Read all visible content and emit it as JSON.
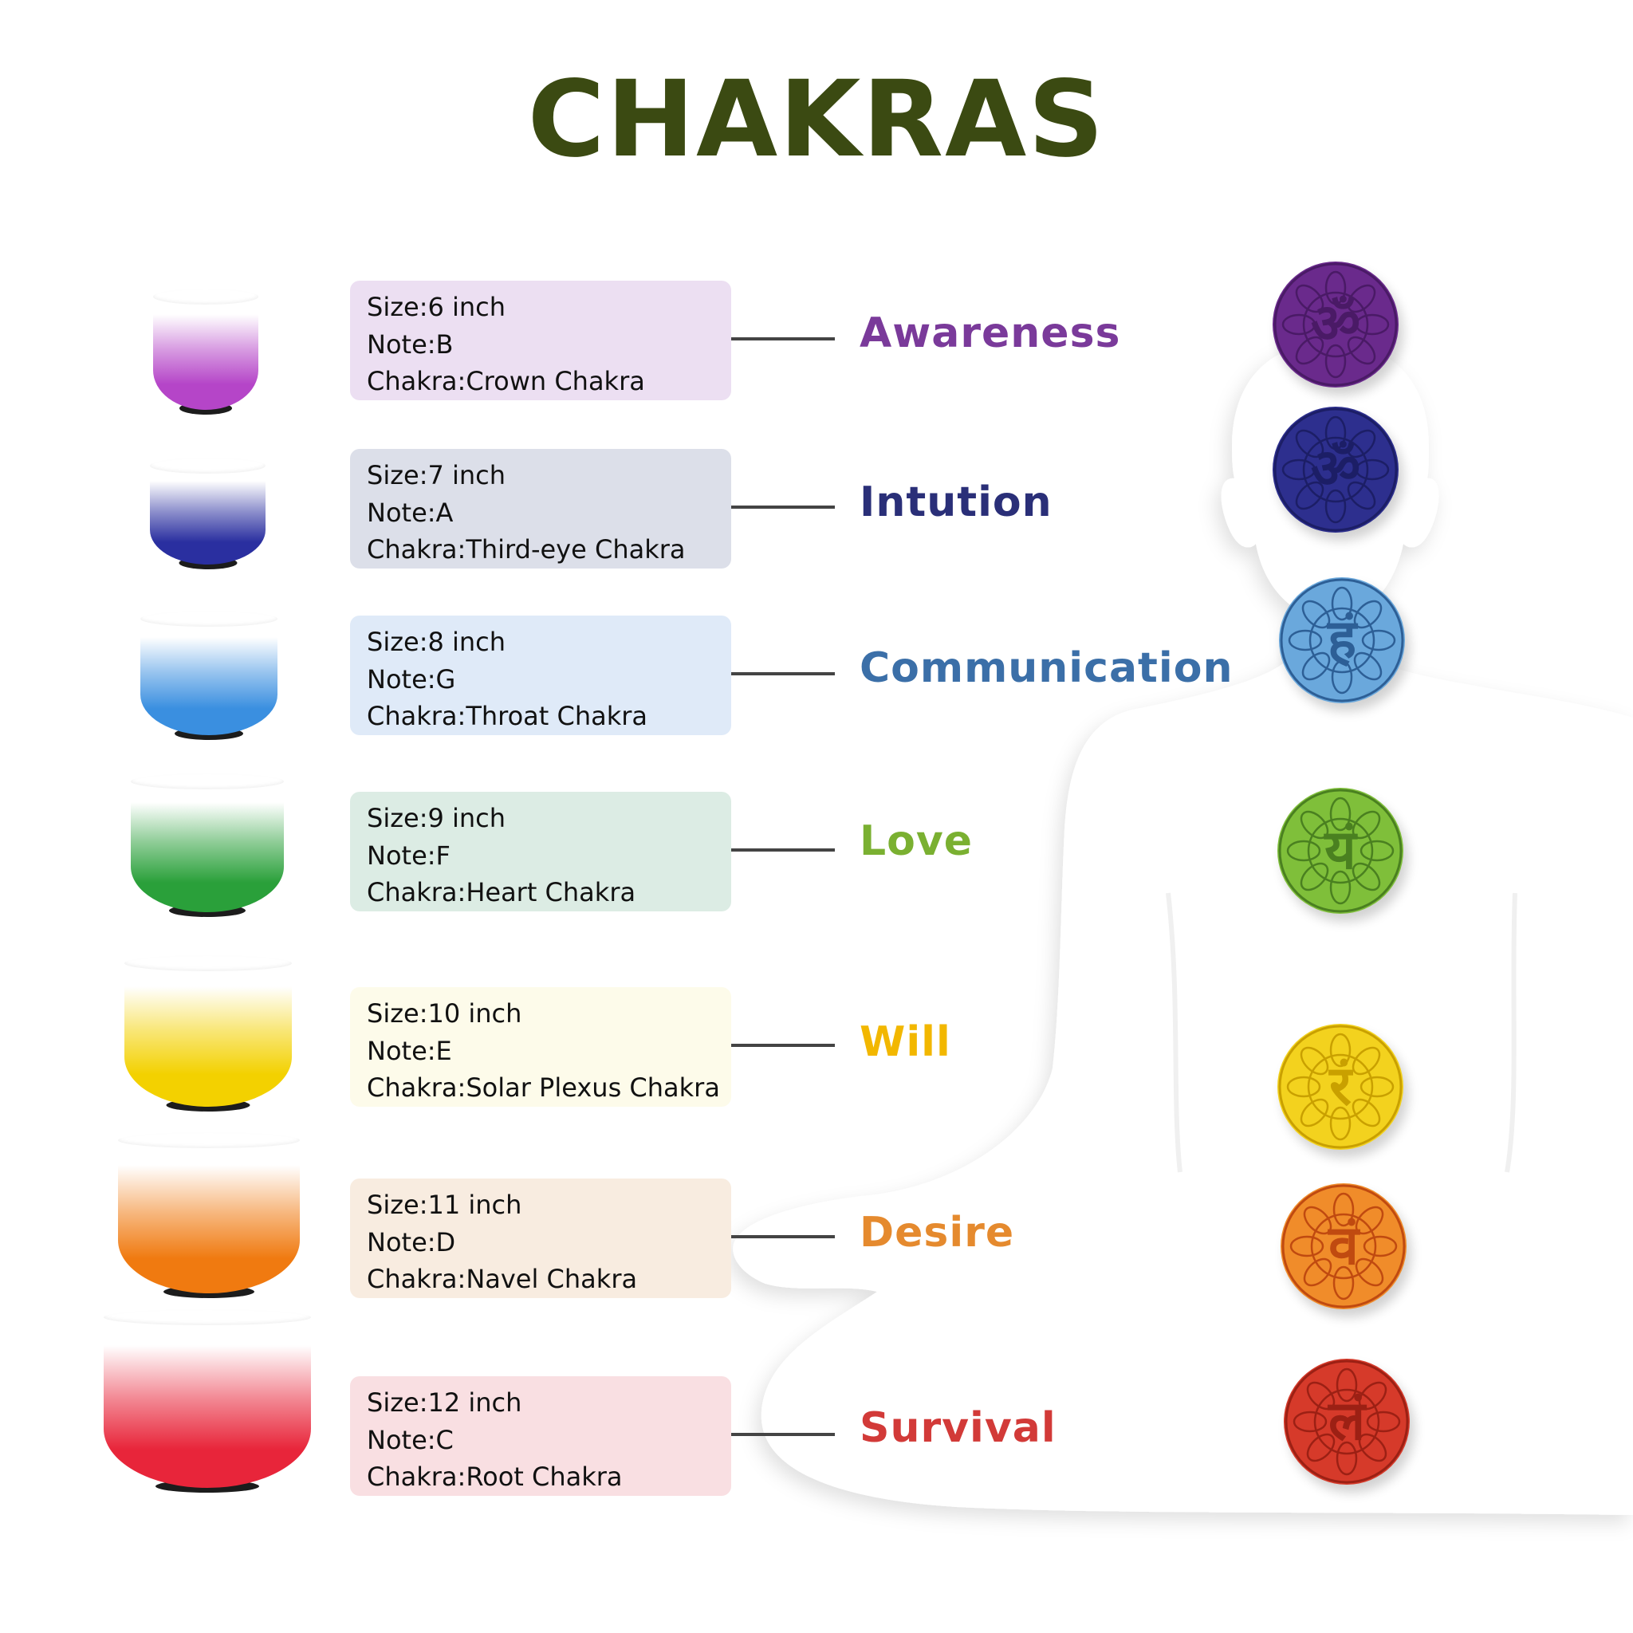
{
  "title": "CHAKRAS",
  "colors": {
    "title": "#3b4a12",
    "connector": "#444444"
  },
  "chakras": [
    {
      "size": "Size:6 inch",
      "note": "Note:B",
      "chakra": "Chakra:Crown Chakra",
      "quality": "Awareness",
      "label_color": "#7a3a9a",
      "card_bg": "#ecdff2",
      "bowl_color": "#b545c8",
      "disc_color": "#6a2a8c",
      "disc_dark": "#4a1a66",
      "icon": "om-icon",
      "glyph": "ॐ"
    },
    {
      "size": "Size:7 inch",
      "note": "Note:A",
      "chakra": "Chakra:Third-eye Chakra",
      "quality": "Intution",
      "label_color": "#2a2f78",
      "card_bg": "#dcdfe9",
      "bowl_color": "#2a2fa0",
      "disc_color": "#2d2f8e",
      "disc_dark": "#1c1e66",
      "icon": "third-eye-icon",
      "glyph": "ॐ"
    },
    {
      "size": "Size:8 inch",
      "note": "Note:G",
      "chakra": "Chakra:Throat Chakra",
      "quality": "Communication",
      "label_color": "#3b6fa8",
      "card_bg": "#dfeaf8",
      "bowl_color": "#3a8fe0",
      "disc_color": "#6aa8dc",
      "disc_dark": "#2d5f96",
      "icon": "throat-icon",
      "glyph": "हं"
    },
    {
      "size": "Size:9 inch",
      "note": "Note:F",
      "chakra": "Chakra:Heart Chakra",
      "quality": "Love",
      "label_color": "#7ab031",
      "card_bg": "#dcece4",
      "bowl_color": "#2aa03a",
      "disc_color": "#7fbf3a",
      "disc_dark": "#4a8020",
      "icon": "heart-icon",
      "glyph": "यं"
    },
    {
      "size": "Size:10 inch",
      "note": "Note:E",
      "chakra": "Chakra:Solar Plexus Chakra",
      "quality": "Will",
      "label_color": "#f2b700",
      "card_bg": "#fdfbea",
      "bowl_color": "#f3d100",
      "disc_color": "#f3d21e",
      "disc_dark": "#c9a000",
      "icon": "solar-plexus-icon",
      "glyph": "रं"
    },
    {
      "size": "Size:11 inch",
      "note": "Note:D",
      "chakra": "Chakra:Navel Chakra",
      "quality": "Desire",
      "label_color": "#e58a2e",
      "card_bg": "#f8ece0",
      "bowl_color": "#f07a10",
      "disc_color": "#f08c2a",
      "disc_dark": "#c04a10",
      "icon": "sacral-icon",
      "glyph": "वं"
    },
    {
      "size": "Size:12 inch",
      "note": "Note:C",
      "chakra": "Chakra:Root Chakra",
      "quality": "Survival",
      "label_color": "#d23a38",
      "card_bg": "#f9dfe2",
      "bowl_color": "#e8253a",
      "disc_color": "#d63a2a",
      "disc_dark": "#9c2014",
      "icon": "root-icon",
      "glyph": "लं"
    }
  ]
}
